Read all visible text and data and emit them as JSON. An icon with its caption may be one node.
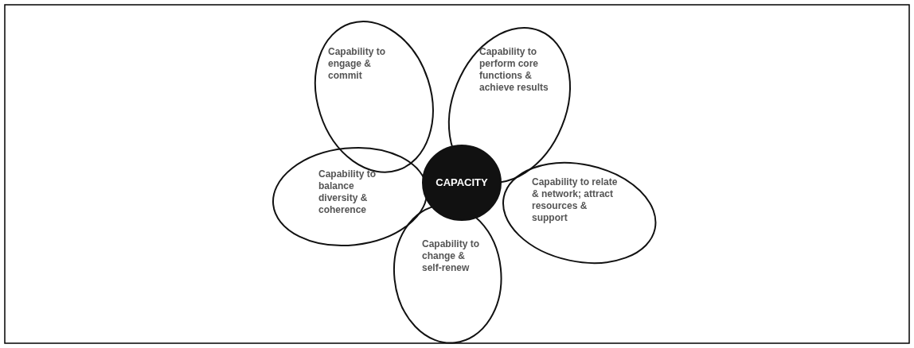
{
  "diagram": {
    "nodes": [
      {
        "text": [
          "Capability to engage & commit"
        ]
      },
      {
        "text": [
          "Capability to perform core functions & achieve results"
        ]
      },
      {
        "text": [
          "Capability to balance diversity & coherence"
        ]
      },
      {
        "text": [
          "CAPACITY"
        ]
      },
      {
        "text": [
          "Capability to relate & network; attract resources & support"
        ]
      },
      {
        "text": [
          "Capability to change & self-renew"
        ]
      }
    ]
  }
}
